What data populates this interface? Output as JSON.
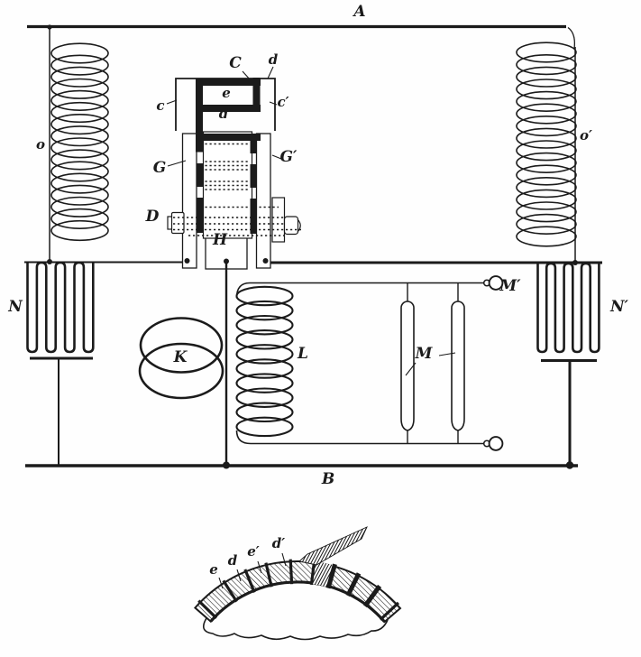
{
  "figure": {
    "kind": "patent-style electrical circuit diagram with commutator detail",
    "colors": {
      "ink": "#1b1b1b",
      "paper": "#ffffff"
    }
  },
  "labels": {
    "main": {
      "A": "A",
      "B": "B",
      "C": "C",
      "D": "D",
      "H": "H",
      "K": "K",
      "L": "L",
      "M": "M",
      "M_prime": "M′",
      "N": "N",
      "N_prime": "N′",
      "G": "G",
      "G_prime": "G′",
      "c": "c",
      "c_prime": "c′",
      "d": "d",
      "d_prime": "d′",
      "e": "e",
      "o": "o",
      "o_prime": "o′"
    },
    "detail": {
      "e": "e",
      "d": "d",
      "e_prime": "e′",
      "d_prime": "d′"
    }
  }
}
